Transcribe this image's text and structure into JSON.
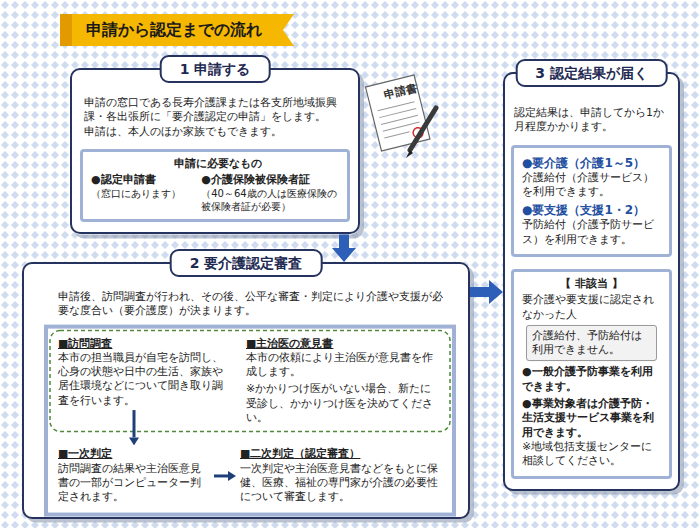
{
  "diagram": {
    "title": "申請から認定までの流れ",
    "nodes": [
      {
        "text": [
          "1 申請する",
          "申請の窓口である長寿介護課または各支所地域振興課・各出張所に「要介護認定の申請」をします。",
          "申請は、本人のほか家族でもできます。"
        ]
      },
      {
        "text": [
          "申請に必要なもの",
          "●認定申請書",
          "（窓口にあります）",
          "●介護保険被保険者証",
          "（40～64歳の人は医療保険の被保険者証が必要）"
        ],
        "in": 0
      },
      {
        "text": [
          "2 要介護認定審査",
          "申請後、訪問調査が行われ、その後、公平な審査・判定により介護や支援が必要な度合い（要介護度）が決まります。"
        ]
      },
      {
        "text": [
          "■訪問調査",
          "本市の担当職員が自宅を訪問し、心身の状態や日中の生活、家族や居住環境などについて聞き取り調査を行います。"
        ],
        "in": 2
      },
      {
        "text": [
          "■主治医の意見書",
          "本市の依頼により主治医が意見書を作成します。",
          "※かかりつけ医がいない場合、新たに受診し、かかりつけ医を決めてください。"
        ],
        "in": 2
      },
      {
        "text": [
          "■一次判定",
          "訪問調査の結果や主治医意見書の一部がコンピューター判定されます。"
        ],
        "in": 2
      },
      {
        "text": [
          "■二次判定（認定審査）",
          "一次判定や主治医意見書などをもとに保健、医療、福祉の専門家が介護の必要性について審査します。"
        ],
        "in": 2
      },
      {
        "text": [
          "3 認定結果が届く",
          "認定結果は、申請してから1か月程度かかります。"
        ]
      },
      {
        "text": [
          "●要介護（介護1～5）",
          "介護給付（介護サービス）を利用できます。",
          "●要支援（支援1・2）",
          "予防給付（介護予防サービス）を利用できます。"
        ],
        "in": 7
      },
      {
        "text": [
          "【 非該当 】",
          "要介護や要支援に認定されなかった人",
          "●一般介護予防事業を利用できます。",
          "●事業対象者は介護予防・生活支援サービス事業を利用できます。",
          "※地域包括支援センターに相談してください。"
        ],
        "in": 7
      },
      {
        "text": [
          "介護給付、予防給付は利用できません。"
        ],
        "in": 9
      }
    ],
    "edges": [
      {
        "from": 0,
        "to": 2,
        "arrow": "to"
      },
      {
        "from": 2,
        "to": 7,
        "arrow": "to"
      },
      {
        "from": 3,
        "to": 5,
        "arrow": "to"
      },
      {
        "from": 5,
        "to": 6,
        "arrow": "to"
      }
    ],
    "labels": [
      "申請書"
    ]
  }
}
